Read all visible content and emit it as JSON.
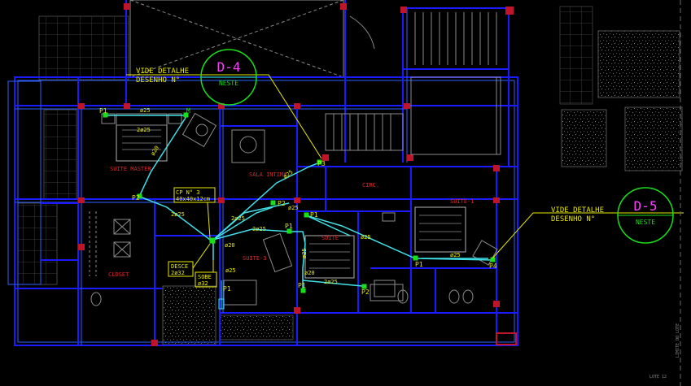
{
  "colors": {
    "background": "#000000",
    "wall_blue": "#1a1aff",
    "wall_cyan": "#2f5fff",
    "column_red": "#c0142a",
    "furniture_grey": "#8c8c8c",
    "pipe_cyan": "#3fe0e8",
    "callout_yellow": "#e8e800",
    "circle_green": "#18e018",
    "detail_magenta": "#ff3cff",
    "room_red": "#e0262a",
    "hatch_grey": "#6a6a6a"
  },
  "callouts": {
    "d4": {
      "leader_text_1": "VIDE DETALHE",
      "leader_text_2": "DESENHO N°",
      "code": "D-4",
      "sub": "NESTE"
    },
    "d5": {
      "leader_text_1": "VIDE DETALHE",
      "leader_text_2": "DESENHO N°",
      "code": "D-5",
      "sub": "NESTE"
    }
  },
  "rooms": {
    "suite_master": "SUITE MASTER",
    "sala_intima": "SALA INTIMA",
    "circ": "CIRC.",
    "suite1": "SUITE-1",
    "suite2": "SUITE",
    "suite3": "SUITE-3",
    "closet": "CLOSET"
  },
  "points": {
    "p1a": "P1",
    "p1b": "P1",
    "p1c": "P1",
    "p1d": "P1",
    "p1e": "P1",
    "p1f": "P1",
    "p2a": "P2",
    "p2b": "P2",
    "p2c": "P2",
    "p3": "P3",
    "p4": "P4",
    "m": "M"
  },
  "pipe_labels": {
    "a": "ø25",
    "b": "2ø25",
    "c": "ø20",
    "d": "2ø25",
    "e": "2ø25",
    "f": "2ø25",
    "g": "ø25",
    "h": "ø25",
    "i": "ø25",
    "j": "ø20",
    "k": "ø25",
    "l": "2ø25",
    "m": "ø25",
    "n": "ø25",
    "o": "ø20"
  },
  "boxes": {
    "cp_title": "CP N° 3",
    "cp_dims": "40x40x12cm",
    "desce_1": "DESCE",
    "desce_2": "2ø32",
    "sobe_1": "SOBE",
    "sobe_2": "ø32"
  },
  "misc": {
    "bottom_right_1": "LOTE 12",
    "right_vertical": "LIMITE DO LOTE"
  }
}
